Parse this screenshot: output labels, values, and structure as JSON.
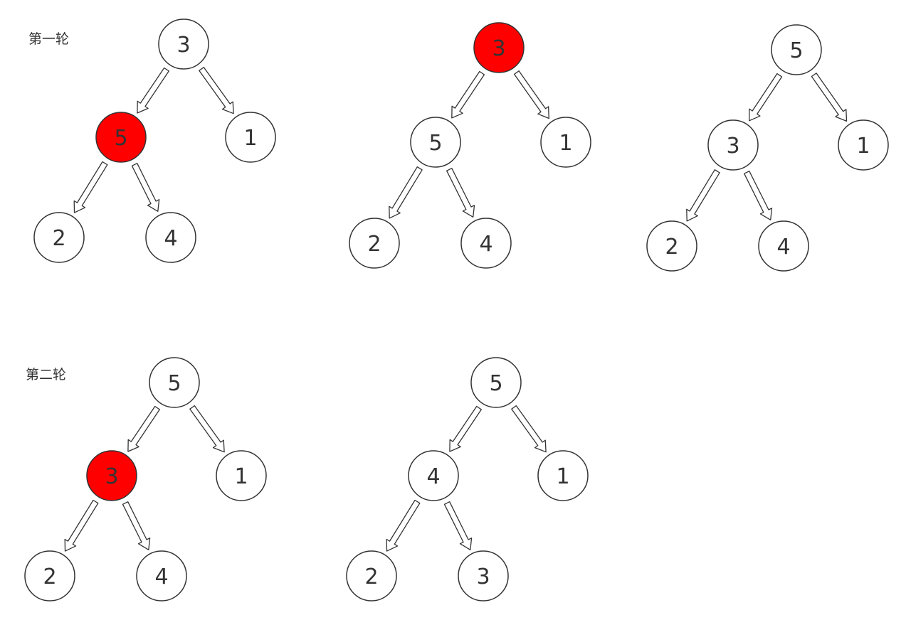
{
  "colors": {
    "highlight": "#ff0000",
    "stroke": "#333333",
    "background": "#ffffff",
    "text": "#333333"
  },
  "rounds": [
    {
      "label": "第一轮",
      "trees": [
        {
          "highlight": "left",
          "values": [
            "3",
            "5",
            "1",
            "2",
            "4"
          ]
        },
        {
          "highlight": "root",
          "values": [
            "3",
            "5",
            "1",
            "2",
            "4"
          ]
        },
        {
          "highlight": "none",
          "values": [
            "5",
            "3",
            "1",
            "2",
            "4"
          ]
        }
      ]
    },
    {
      "label": "第二轮",
      "trees": [
        {
          "highlight": "left",
          "values": [
            "5",
            "3",
            "1",
            "2",
            "4"
          ]
        },
        {
          "highlight": "none",
          "values": [
            "5",
            "4",
            "1",
            "2",
            "3"
          ]
        }
      ]
    }
  ]
}
